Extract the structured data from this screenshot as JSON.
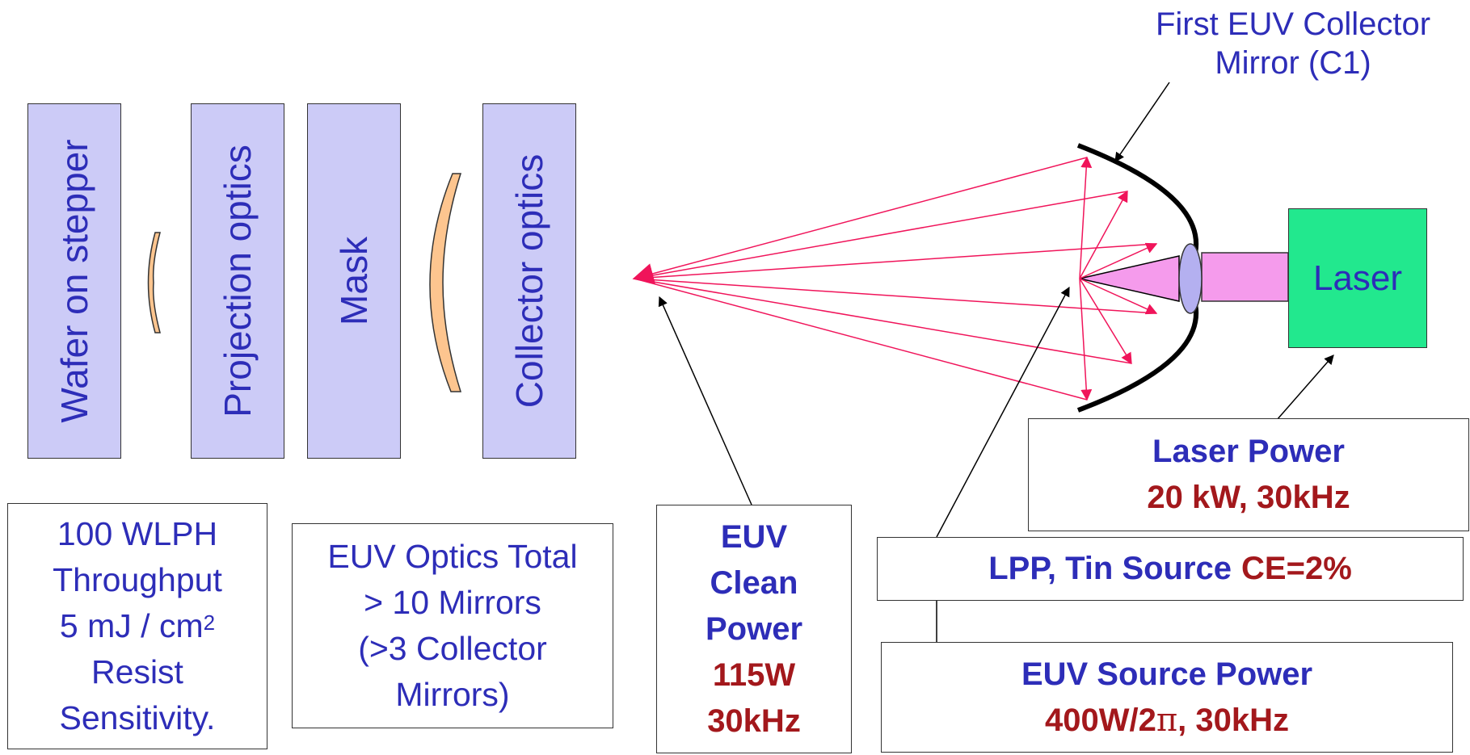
{
  "stages": {
    "wafer": "Wafer on stepper",
    "projection": "Projection optics",
    "mask": "Mask",
    "collector": "Collector optics"
  },
  "mirror_label": {
    "line1": "First EUV Collector",
    "line2": "Mirror (C1)"
  },
  "laser": {
    "label": "Laser"
  },
  "throughput_box": {
    "line1": "100 WLPH",
    "line2": "Throughput",
    "line3": "5 mJ / cm",
    "line3_sup": "2",
    "line4": "Resist",
    "line5": "Sensitivity."
  },
  "optics_box": {
    "line1": "EUV Optics Total",
    "line2": "> 10 Mirrors",
    "line3": "(>3 Collector",
    "line4": "Mirrors)"
  },
  "clean_power_box": {
    "line1": "EUV",
    "line2": "Clean",
    "line3": "Power",
    "value1": "115W",
    "value2": "30kHz"
  },
  "laser_power_box": {
    "title": "Laser Power",
    "value": "20 kW, 30kHz"
  },
  "lpp_box": {
    "label": "LPP, Tin Source",
    "value": "CE=2%"
  },
  "source_power_box": {
    "title": "EUV Source Power",
    "value_prefix": "400W/2",
    "value_pi": "π",
    "value_suffix": ", 30kHz"
  },
  "colors": {
    "box_fill": "#cccbf7",
    "lens_fill": "#fdc58f",
    "laser_fill": "#22e88e",
    "beam_fill": "#f59bec",
    "ray": "#f0145a",
    "text_blue": "#2d2db8",
    "value_red": "#a3181c"
  }
}
